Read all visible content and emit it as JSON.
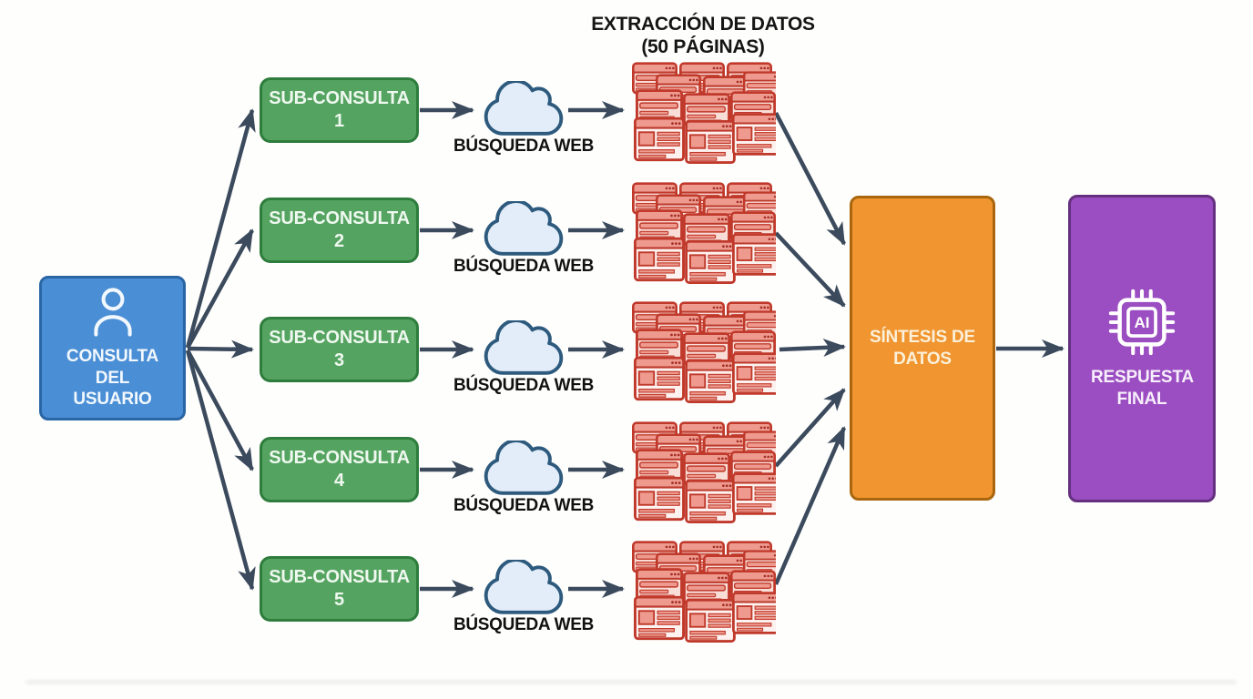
{
  "title": {
    "line1": "EXTRACCIÓN DE DATOS",
    "line2": "(50 PÁGINAS)"
  },
  "nodes": {
    "user_query": {
      "label": "CONSULTA DEL USUARIO"
    },
    "subqueries": [
      "SUB-CONSULTA 1",
      "SUB-CONSULTA 2",
      "SUB-CONSULTA 3",
      "SUB-CONSULTA 4",
      "SUB-CONSULTA 5"
    ],
    "web_search_label": "BÚSQUEDA WEB",
    "synthesis": {
      "label": "SÍNTESIS DE DATOS"
    },
    "final_answer": {
      "chip_label": "AI",
      "label": "RESPUESTA FINAL"
    }
  },
  "icons": {
    "user": "user-icon",
    "cloud": "cloud-icon",
    "web_pages": "webpage-stack-icon",
    "ai_chip": "ai-chip-icon"
  },
  "colors": {
    "user_box": "#4a8ed5",
    "subquery_box": "#55a361",
    "synthesis_box": "#f0952f",
    "final_box": "#9b4ec1",
    "cloud_fill": "#e3edf9",
    "cloud_stroke": "#2d5a7d",
    "webpage_red": "#c0392b",
    "webpage_salmon": "#ee9a8e",
    "arrow": "#3b4a5c"
  }
}
